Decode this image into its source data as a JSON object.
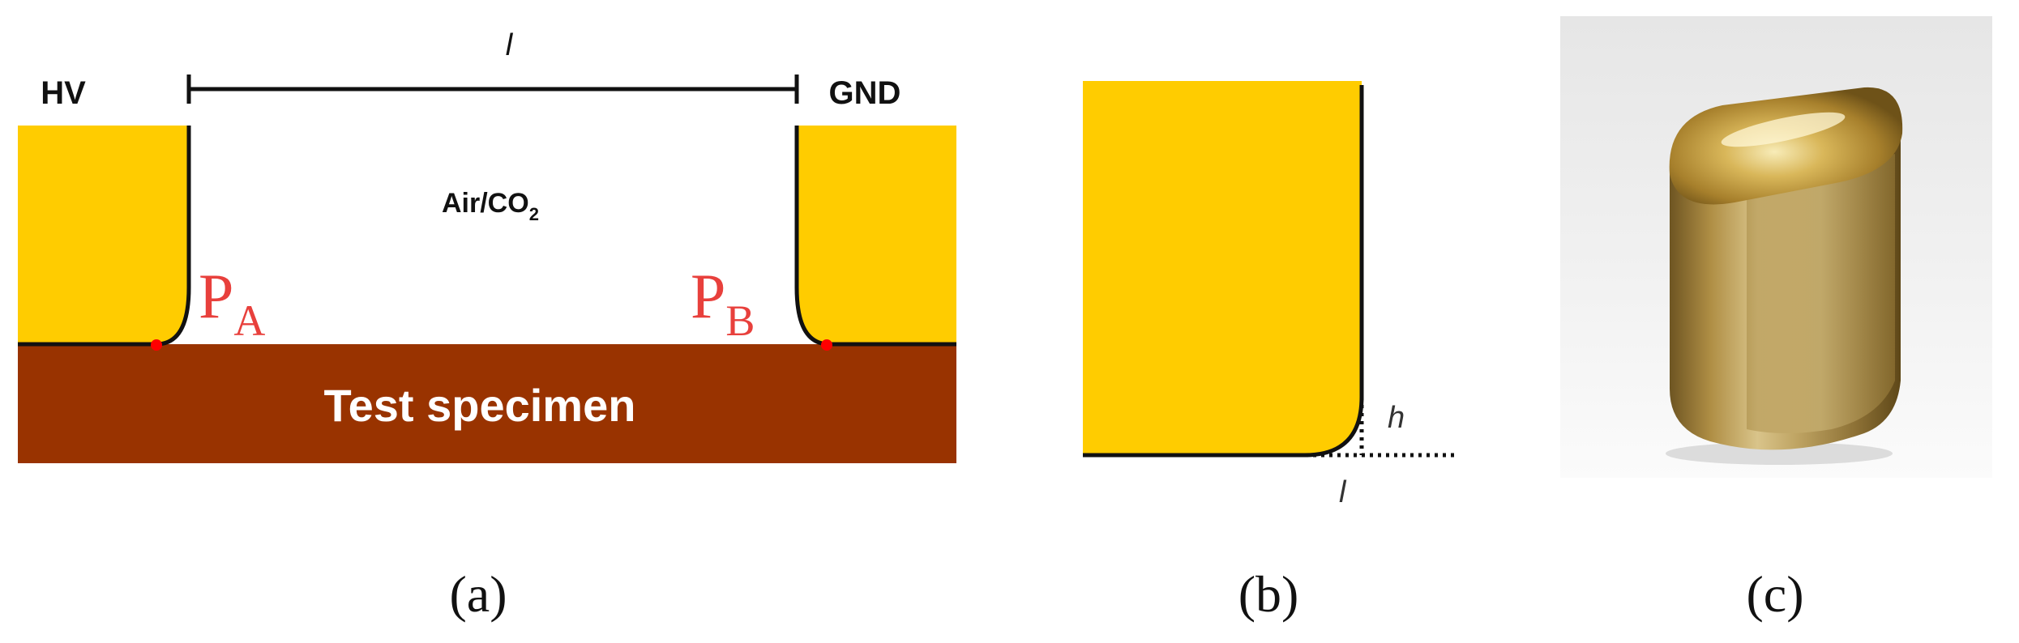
{
  "panel_a": {
    "hv_label": "HV",
    "gnd_label": "GND",
    "length_label": "l",
    "gas_label": "Air/CO",
    "gas_subscript": "2",
    "point_a_main": "P",
    "point_a_sub": "A",
    "point_b_main": "P",
    "point_b_sub": "B",
    "specimen_label": "Test specimen"
  },
  "panel_b": {
    "height_label": "h",
    "length_label": "l"
  },
  "captions": {
    "a": "(a)",
    "b": "(b)",
    "c": "(c)"
  },
  "colors": {
    "electrode": "#FFCC00",
    "specimen": "#993300",
    "point_label": "#E8403C",
    "point_marker": "#FF0000",
    "line": "#111111",
    "photo_bg": "#EFEFEF"
  }
}
